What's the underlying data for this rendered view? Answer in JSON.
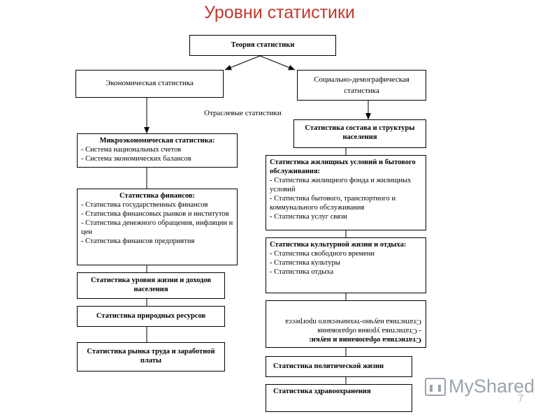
{
  "title": "Уровни статистики",
  "theory": "Теория статистики",
  "economic": "Экономическая статистика",
  "social": "Социально-демографическая статистика",
  "branch_label": "Отраслевые статистики",
  "left": {
    "micro": {
      "heading": "Микроэкономическая статистика:",
      "items": [
        "- Система национальных счетов",
        "- Система экономических балансов"
      ]
    },
    "finance": {
      "heading": "Статистика финансов:",
      "items": [
        "- Статистика государственных финансов",
        "- Статистика финансовых рынков и институтов",
        "- Статистика денежного обращения, инфляции и цен",
        "- Статистика финансов предприятия"
      ]
    },
    "living": "Статистика уровня жизни и доходов населения",
    "natural": "Статистика природных ресурсов",
    "labor": "Статистика рынка труда и заработной платы"
  },
  "right": {
    "population": "Статистика состава и структуры населения",
    "housing": {
      "heading": "Статистика жилищных условий и бытового обслуживания:",
      "items": [
        "- Статистика жилищного фонда и жилищных условий",
        "- Статистика бытового, транспортного и коммунального обслуживания",
        "- Статистика услуг связи"
      ]
    },
    "culture": {
      "heading": "Статистика культурной жизни и отдыха:",
      "items": [
        "- Статистика свободного времени",
        "- Статистика культуры",
        "- Статистика отдыха"
      ]
    },
    "education": {
      "heading": "Статистика образования и науки:",
      "items": [
        "- Статистика уровня образования",
        "Статистика научно-технического прогресса"
      ]
    },
    "politics": "Статистика политической жизни",
    "health": "Статистика здравоохранения"
  },
  "watermark": "MyShared",
  "page_number": "7"
}
